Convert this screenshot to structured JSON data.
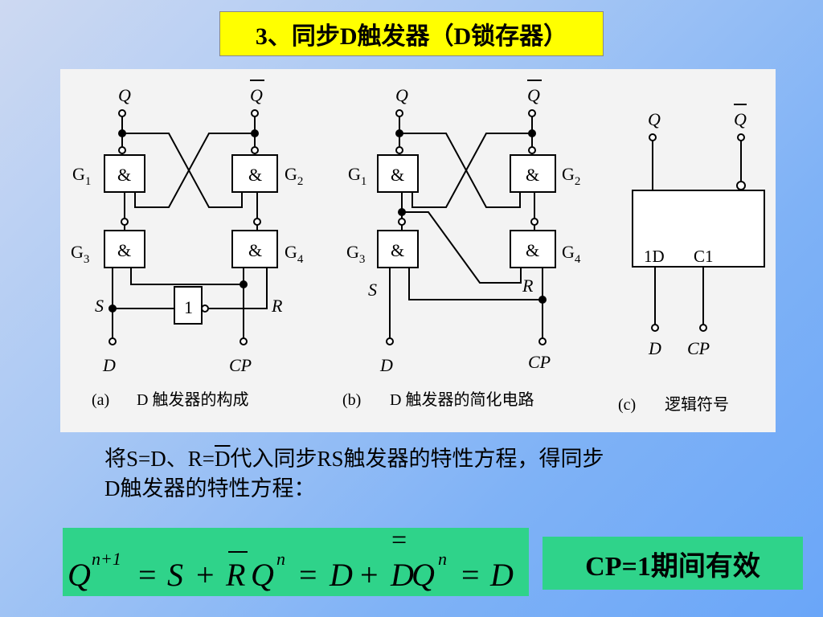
{
  "title": "3、同步D触发器（D锁存器）",
  "labels": {
    "Q": "Q",
    "Qbar": "Q",
    "G": "G",
    "sub1": "1",
    "sub2": "2",
    "sub3": "3",
    "sub4": "4",
    "and_sym": "&",
    "not_sym": "1",
    "S": "S",
    "R": "R",
    "D": "D",
    "CP": "CP",
    "D1": "1D",
    "C1": "C1"
  },
  "captions": {
    "a_tag": "(a)",
    "a_text": "D 触发器的构成",
    "b_tag": "(b)",
    "b_text": "D 触发器的简化电路",
    "c_tag": "(c)",
    "c_text": "逻辑符号"
  },
  "description": {
    "part1": "将S=D、R=",
    "bar_d": "D",
    "part2": "代入同步RS触发器的特性方程，得同步",
    "line2": "D触发器的特性方程："
  },
  "equation": {
    "Q": "Q",
    "sup": "n+1",
    "eq": "=",
    "S": "S",
    "plus": "+",
    "R": "R",
    "Qn": "Q",
    "n": "n",
    "D": "D",
    "double_bar": "="
  },
  "note": "CP=1期间有效"
}
